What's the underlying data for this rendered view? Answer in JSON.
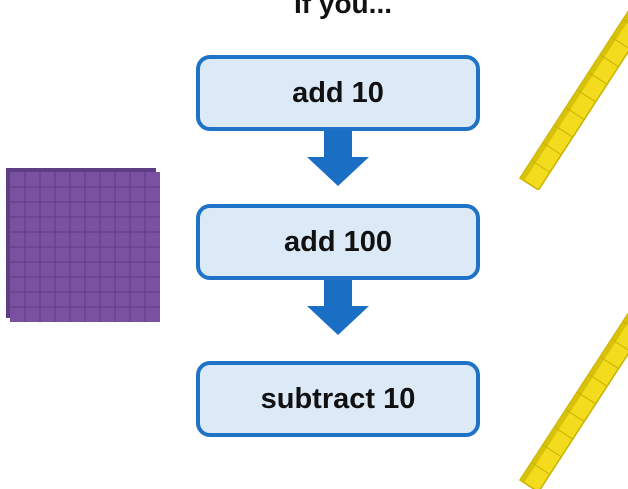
{
  "title": "If you...",
  "steps": [
    {
      "label": "add 10"
    },
    {
      "label": "add 100"
    },
    {
      "label": "subtract 10"
    }
  ],
  "icons": {
    "hundred_block": "hundred-square-icon",
    "ten_rod": "ten-rod-icon",
    "arrow": "arrow-down-icon"
  },
  "colors": {
    "step_fill": "#dce9f7",
    "step_border": "#1f73c7",
    "arrow": "#1a6fc4",
    "hundred_block": "#7a51a1",
    "ten_rod": "#f2dc1d"
  }
}
